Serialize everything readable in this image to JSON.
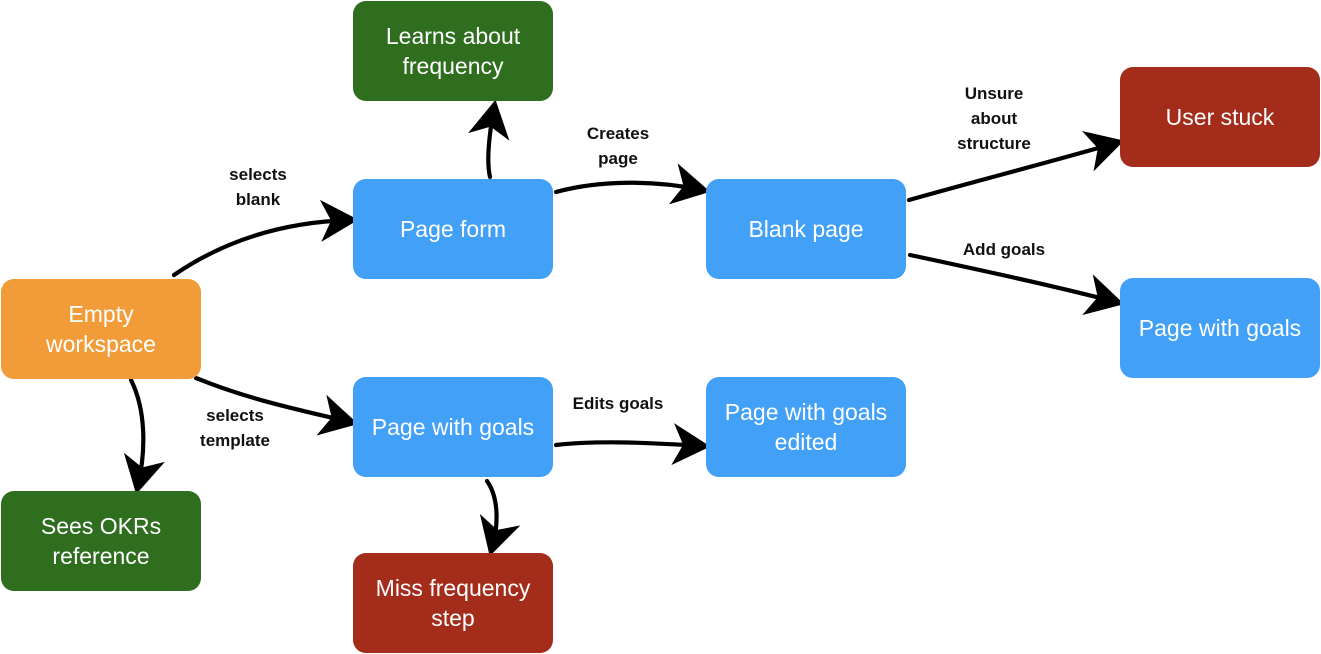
{
  "colors": {
    "start": "#f19c38",
    "screen": "#43a0f7",
    "success": "#2f6d1f",
    "failure": "#a42c1b",
    "edge": "#000000"
  },
  "nodes": {
    "empty_workspace": {
      "label": "Empty\nworkspace",
      "kind": "start"
    },
    "learns_frequency": {
      "label": "Learns about\nfrequency",
      "kind": "success"
    },
    "page_form": {
      "label": "Page form",
      "kind": "screen"
    },
    "blank_page": {
      "label": "Blank page",
      "kind": "screen"
    },
    "user_stuck": {
      "label": "User stuck",
      "kind": "failure"
    },
    "page_with_goals_right": {
      "label": "Page with goals",
      "kind": "screen"
    },
    "page_with_goals_center": {
      "label": "Page with goals",
      "kind": "screen"
    },
    "page_with_goals_edited": {
      "label": "Page with goals\nedited",
      "kind": "screen"
    },
    "sees_okrs": {
      "label": "Sees OKRs\nreference",
      "kind": "success"
    },
    "miss_frequency": {
      "label": "Miss frequency\nstep",
      "kind": "failure"
    }
  },
  "edges": {
    "selects_blank": {
      "label": "selects\nblank",
      "from": "empty_workspace",
      "to": "page_form"
    },
    "selects_template": {
      "label": "selects\ntemplate",
      "from": "empty_workspace",
      "to": "page_with_goals_center"
    },
    "creates_page": {
      "label": "Creates\npage",
      "from": "page_form",
      "to": "blank_page"
    },
    "unsure_structure": {
      "label": "Unsure\nabout\nstructure",
      "from": "blank_page",
      "to": "user_stuck"
    },
    "add_goals": {
      "label": "Add goals",
      "from": "blank_page",
      "to": "page_with_goals_right"
    },
    "edits_goals": {
      "label": "Edits goals",
      "from": "page_with_goals_center",
      "to": "page_with_goals_edited"
    },
    "to_learns": {
      "label": "",
      "from": "page_form",
      "to": "learns_frequency"
    },
    "to_okrs": {
      "label": "",
      "from": "empty_workspace",
      "to": "sees_okrs"
    },
    "to_miss": {
      "label": "",
      "from": "page_with_goals_center",
      "to": "miss_frequency"
    }
  }
}
